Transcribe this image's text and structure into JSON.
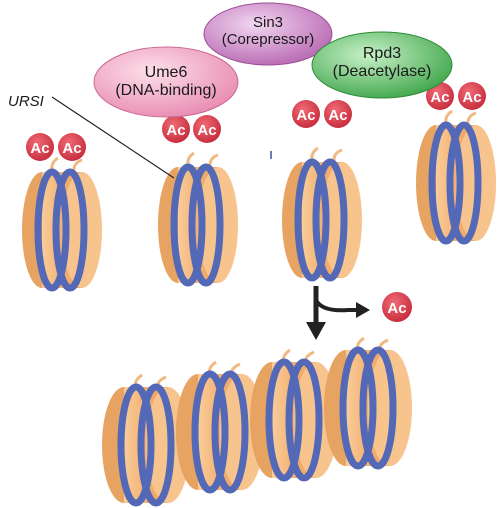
{
  "proteins": {
    "sin3": {
      "name": "Sin3",
      "role": "(Corepressor)",
      "color": "#c77ec3"
    },
    "ume6": {
      "name": "Ume6",
      "role": "(DNA-binding)",
      "color": "#f2a3c3"
    },
    "rpd3": {
      "name": "Rpd3",
      "role": "(Deacetylase)",
      "color": "#62c068"
    }
  },
  "urs_label": "URSI",
  "acetyl_label": "Ac",
  "colors": {
    "histone_core": "#f3b57a",
    "dna": "#5468b8",
    "acetyl": "#d9414f",
    "tail": "#f0b980",
    "arrow": "#222222"
  }
}
